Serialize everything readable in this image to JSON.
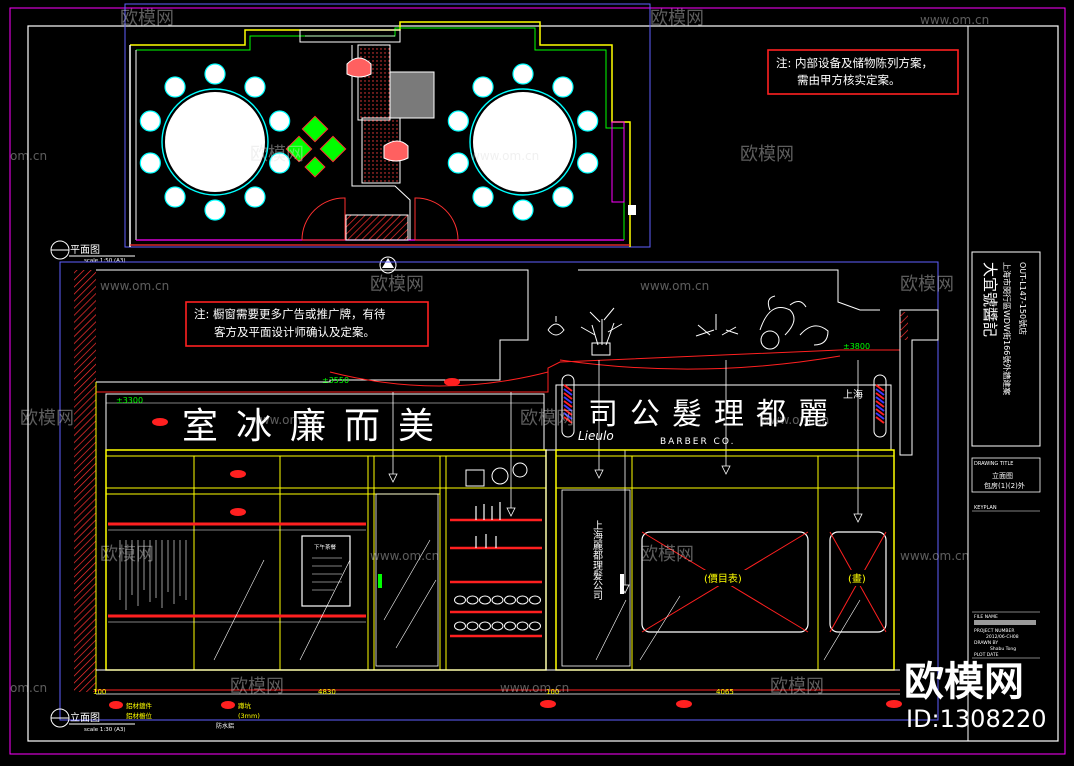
{
  "plan": {
    "title": "平面图",
    "scale": "scale 1:50 (A3)",
    "note_line1": "注: 内部设备及储物陈列方案，",
    "note_line2": "需由甲方核实定案。"
  },
  "elevation": {
    "title": "立面图",
    "scale": "scale 1:30 (A3)",
    "note_line1": "注: 橱窗需要更多广告或推广牌，有待",
    "note_line2": "客方及平面设计师确认及定案。",
    "level_left": "±3300",
    "level_mid": "±3550",
    "level_right": "±3800",
    "sign_left": "室冰廉而美",
    "sign_right": "司公髮理都麗",
    "sign_right_tag": "上海",
    "script_text": "Lieulo",
    "barber_text": "BARBER CO.",
    "vertical_sign": "上海麗都理髮公司",
    "board_title": "下午茶餐",
    "panel_left_label": "(價目表)",
    "panel_right_label": "(畫)",
    "dim_left": "100",
    "dim_mid": "4830",
    "dim_gap": "100",
    "dim_right": "4065",
    "tag_a": "蹲坑",
    "tag_a2": "(3mm)",
    "tag_b": "防水鋁",
    "tag_c": "鋁材鍍件",
    "tag_d": "鋁材櫥位"
  },
  "title_block": {
    "project_name": "大宜號醬記",
    "address": "上海市閔行區WDW街166號外牆建案",
    "code": "OUT-L147-150號店",
    "drawing_title_label": "DRAWING TITLE",
    "drawing_title_1": "立面图",
    "drawing_title_2": "包房(1)(2)外",
    "keyplan": "KEYPLAN",
    "file_name": "FILE NAME",
    "project_number": "PROJECT NUMBER",
    "project_number_val": "2012/06-CH08",
    "drawn_by": "DRAWN BY",
    "drawn_by_val": "Shabu Tong",
    "plot_date": "PLOT DATE"
  },
  "watermark": {
    "brand": "欧模网",
    "site": "www.om.cn",
    "site_short": "om.cn",
    "id": "ID:1308220"
  },
  "colors": {
    "yellow": "#ffff00",
    "red": "#ff0000",
    "magenta": "#ff00ff",
    "green": "#00ff00",
    "cyan": "#00ffff",
    "white": "#ffffff",
    "blue": "#3a3aff",
    "orange": "#ff8000"
  }
}
